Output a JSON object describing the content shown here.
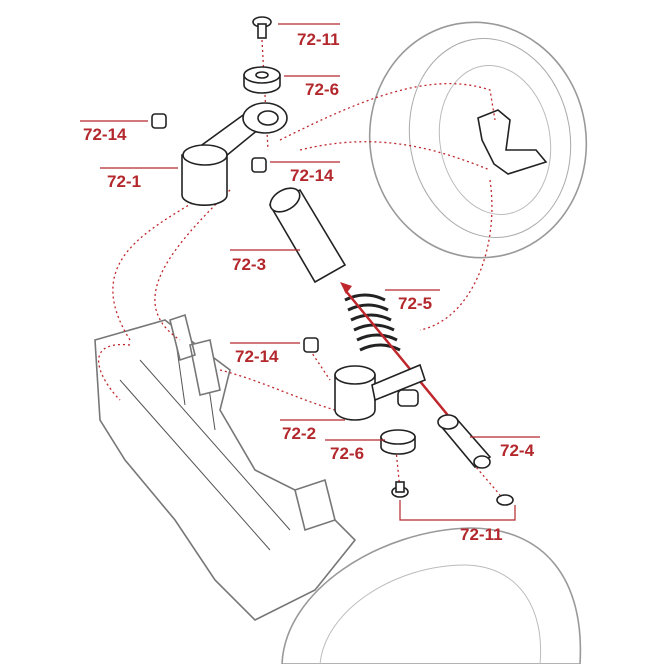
{
  "labels": {
    "bolt_top": "72-11",
    "washer_top": "72-6",
    "nut_left": "72-14",
    "arm_upper": "72-1",
    "nut_mid": "72-14",
    "boot": "72-3",
    "spring": "72-5",
    "nut_lower": "72-14",
    "arm_lower": "72-2",
    "washer_lower": "72-6",
    "shaft": "72-4",
    "bolt_lower": "72-11"
  },
  "colors": {
    "label": "#b3282d",
    "guide": "#c0272d",
    "outline": "#222222"
  }
}
